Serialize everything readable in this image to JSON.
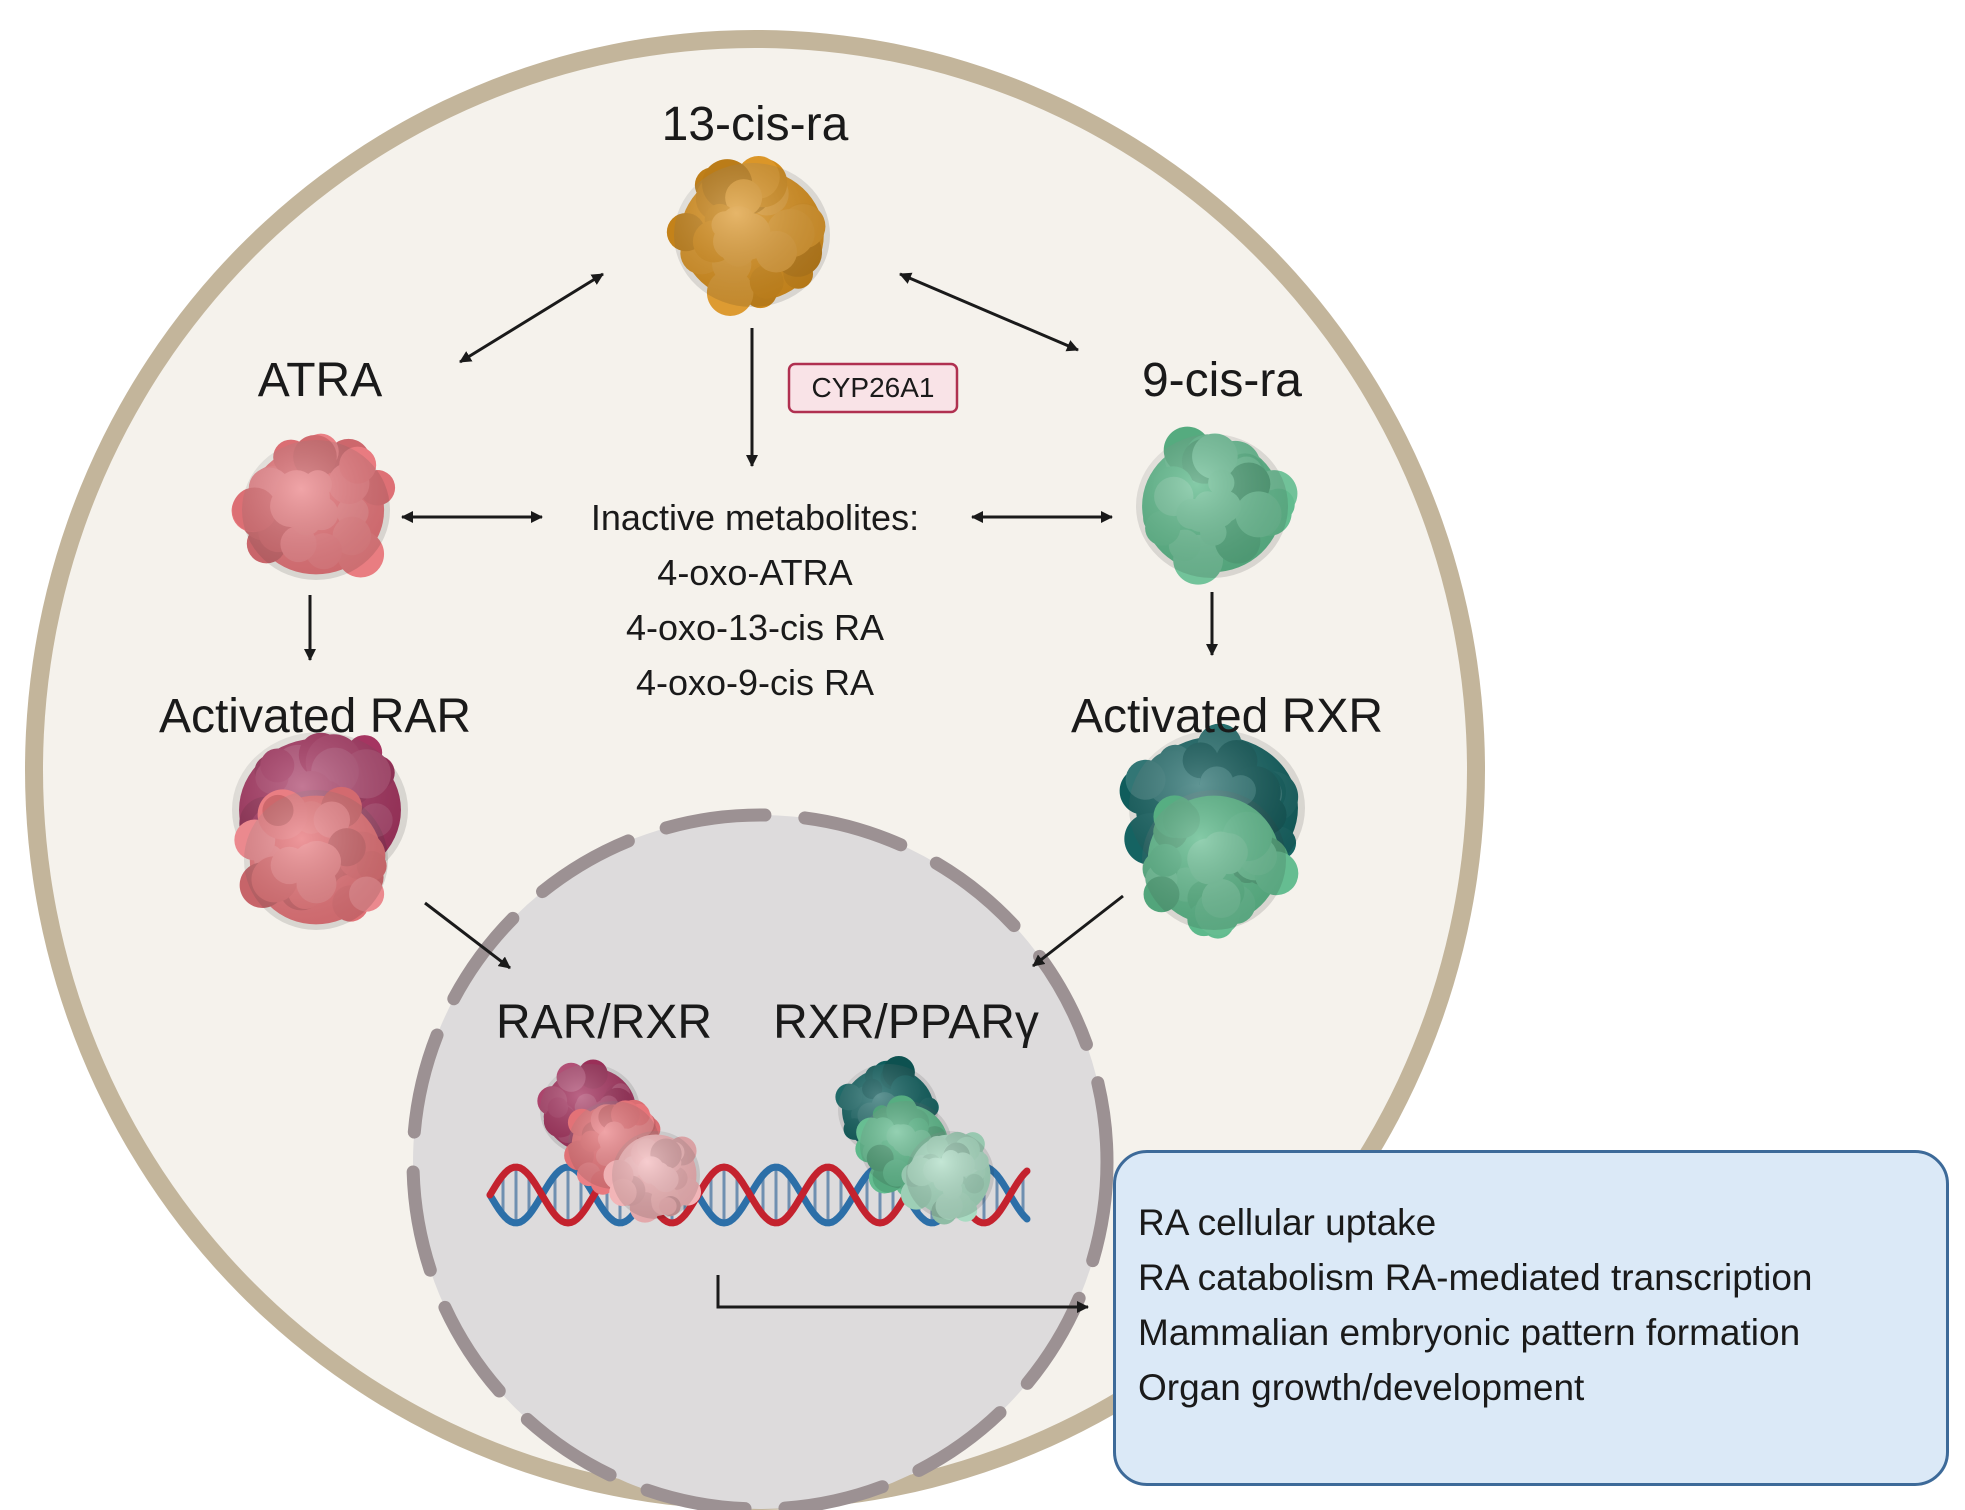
{
  "labels": {
    "cis13": "13-cis-ra",
    "atra": "ATRA",
    "cis9": "9-cis-ra",
    "enzyme": "CYP26A1",
    "metabolites_title": "Inactive metabolites:",
    "metabolites": [
      "4-oxo-ATRA",
      "4-oxo-13-cis RA",
      "4-oxo-9-cis RA"
    ],
    "activated_rar": "Activated RAR",
    "activated_rxr": "Activated RXR",
    "rar_rxr": "RAR/RXR",
    "rxr_ppar": "RXR/PPARγ"
  },
  "outcomes": [
    "RA cellular uptake",
    "RA catabolism RA-mediated transcription",
    "Mammalian embryonic pattern formation",
    "Organ growth/development"
  ],
  "colors": {
    "cis13_protein": "#d9901c",
    "atra_protein": "#e8757a",
    "cis9_protein": "#5cb98a",
    "rar_receptor": "#a4325e",
    "rxr_receptor": "#0f5f5e",
    "membrane": "#c3b59b",
    "cytoplasm": "#f5f2ec",
    "nucleus": "#dddbdc",
    "nuclear_envelope": "#9c9193",
    "dna_red": "#c4222e",
    "dna_blue": "#2c6fa8",
    "enzyme_fill": "#f9e3e7",
    "enzyme_border": "#b03050",
    "outcome_fill": "#dbe9f7",
    "outcome_border": "#3d6a99"
  }
}
